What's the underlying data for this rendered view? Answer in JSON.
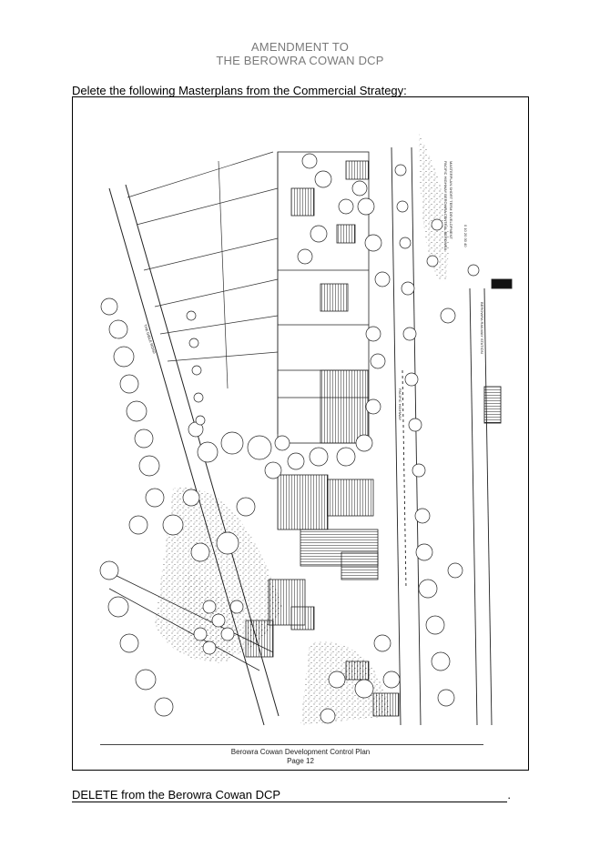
{
  "header": {
    "line1": "AMENDMENT TO",
    "line2": "THE BEROWRA COWAN DCP"
  },
  "intro": "Delete the following Masterplans from the Commercial Strategy:",
  "figure": {
    "caption_line1": "Berowra Cowan Development Control Plan",
    "caption_line2": "Page 12",
    "plan_labels": {
      "title": "PACIFIC HIGHWAY BEROWRA CENTRAL BEROWRA",
      "subtitle": "MASTERPLAN SHORT TERM DEVELOPMENT",
      "road": "THE GIBLE ROAD",
      "highway": "PACIFIC HIGHWAY",
      "railway": "BEROWRA RAILWAY STATION",
      "scale": "0  10  20  30  40"
    }
  },
  "footer": {
    "text": "DELETE from the Berowra Cowan DCP",
    "end": "."
  }
}
